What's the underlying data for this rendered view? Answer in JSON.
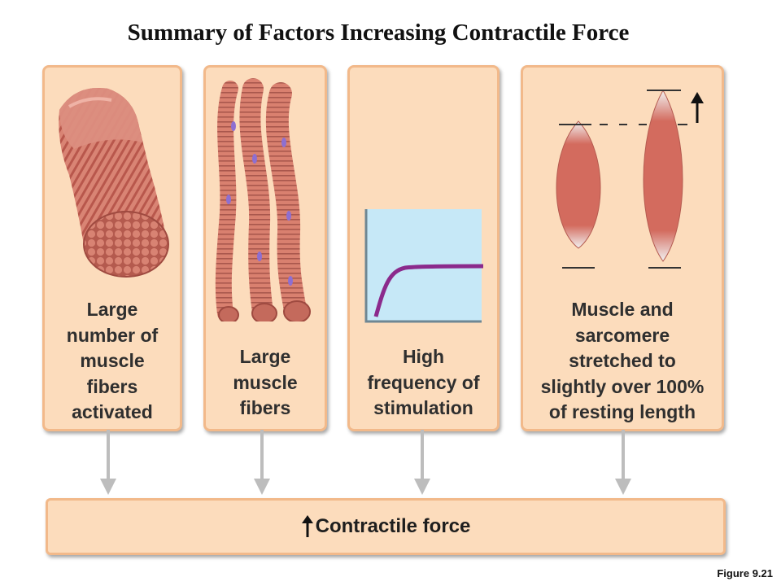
{
  "title": "Summary of Factors Increasing Contractile Force",
  "panels": [
    {
      "label_lines": [
        "Large",
        "number of",
        "muscle",
        "fibers",
        "activated"
      ]
    },
    {
      "label_lines": [
        "Large",
        "muscle",
        "fibers"
      ]
    },
    {
      "label_lines": [
        "High",
        "frequency of",
        "stimulation"
      ]
    },
    {
      "label_lines": [
        "Muscle and",
        "sarcomere",
        "stretched to",
        "slightly over 100%",
        "of resting length"
      ]
    }
  ],
  "result": {
    "label": "Contractile force",
    "icon": "up-arrow-icon"
  },
  "figure_number": "Figure 9.21",
  "colors": {
    "panel_fill": "#fcdcbc",
    "panel_border": "#f2b98a",
    "arrow": "#bdbdbd",
    "muscle": "#d9776a",
    "graph_bg": "#c6e8f7",
    "graph_curve": "#8b2a8c"
  }
}
